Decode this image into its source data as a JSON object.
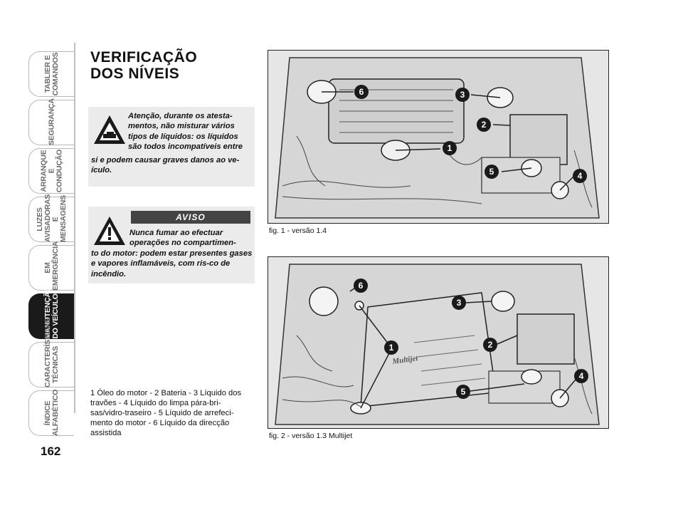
{
  "tabs": [
    {
      "label": "TABLIER E COMANDOS",
      "active": false
    },
    {
      "label": "SEGURANÇA",
      "active": false
    },
    {
      "label": "ARRANQUE E CONDUÇÃO",
      "active": false
    },
    {
      "label": "LUZES AVISADORAS E MENSAGENS",
      "active": false
    },
    {
      "label": "EM EMERGÊNCIA",
      "active": false
    },
    {
      "label": "MANUTENÇÃO DO VEÍCULO",
      "active": true
    },
    {
      "label": "CARACTERÍSTICAS TÉCNICAS",
      "active": false
    },
    {
      "label": "ÍNDICE ALFABÉTICO",
      "active": false
    }
  ],
  "page_number": "162",
  "title": {
    "line1": "VERIFICAÇÃO",
    "line2": "DOS NÍVEIS"
  },
  "caution": {
    "text_lines": [
      "Atenção, durante os atesta-",
      "mentos, não misturar vários",
      "tipos de líquidos: os líquidos",
      "são todos incompatíveis entre"
    ],
    "text_tail": "si e podem causar graves danos ao ve-ículo."
  },
  "warning": {
    "header": "AVISO",
    "text_lines": [
      "Nunca fumar ao efectuar",
      "operações no compartimen-"
    ],
    "text_tail": "to do motor: podem estar presentes gases e vapores inflamáveis, com ris-co de incêndio."
  },
  "legend": "1 Óleo do motor - 2 Bateria - 3 Líquido dos travões - 4 Líquido do limpa pára-bri-sas/vidro-traseiro - 5 Líquido de arrefeci-mento do motor - 6 Líquido da direcção assistida",
  "figures": [
    {
      "caption": "fig. 1 - versão 1.4",
      "markers": [
        "1",
        "2",
        "3",
        "4",
        "5",
        "6"
      ]
    },
    {
      "caption": "fig. 2 - versão 1.3 Multijet",
      "markers": [
        "1",
        "2",
        "3",
        "4",
        "5",
        "6"
      ],
      "engine_badge": "Multijet"
    }
  ],
  "colors": {
    "active_tab": "#1a1a1a",
    "box": "#ebebeb",
    "aviso": "#444444"
  }
}
